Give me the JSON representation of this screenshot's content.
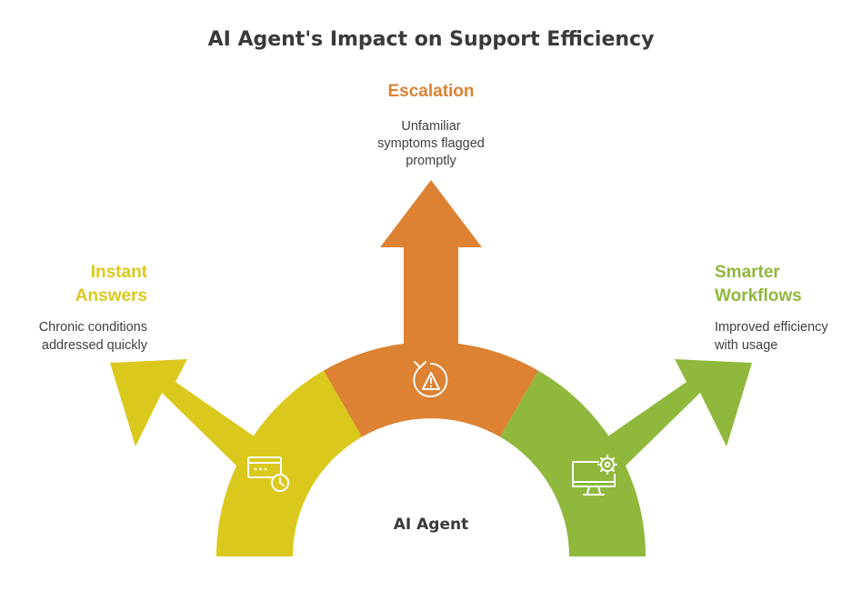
{
  "title": "AI Agent's Impact on Support Efficiency",
  "center_label": "AI Agent",
  "colors": {
    "left": "#dbc81d",
    "middle": "#dc8232",
    "right": "#8fb83c",
    "text_dark": "#3a3a3a",
    "background": "#ffffff"
  },
  "sections": [
    {
      "key": "left",
      "heading_lines": [
        "Instant",
        "Answers"
      ],
      "description_lines": [
        "Chronic conditions",
        "addressed quickly"
      ],
      "icon": "browser-clock-icon",
      "color": "#dbc81d"
    },
    {
      "key": "middle",
      "heading_lines": [
        "Escalation"
      ],
      "description_lines": [
        "Unfamiliar",
        "symptoms flagged",
        "promptly"
      ],
      "icon": "warning-refresh-icon",
      "color": "#dc8232"
    },
    {
      "key": "right",
      "heading_lines": [
        "Smarter",
        "Workflows"
      ],
      "description_lines": [
        "Improved efficiency",
        "with usage"
      ],
      "icon": "monitor-gear-icon",
      "color": "#8fb83c"
    }
  ]
}
